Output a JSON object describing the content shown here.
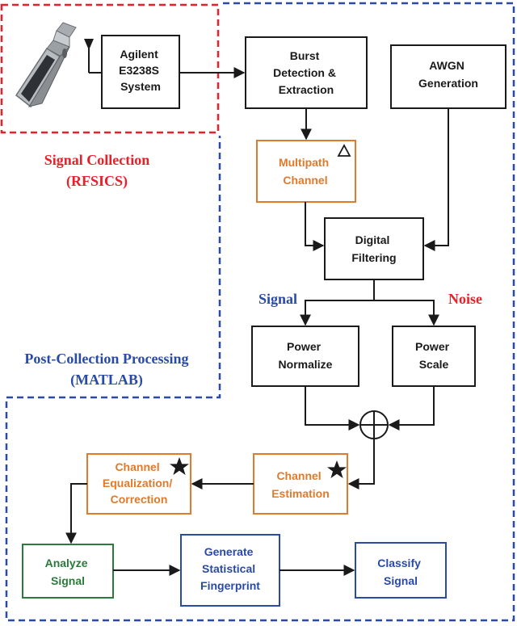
{
  "regions": {
    "signal_collection": {
      "title": "Signal Collection",
      "subtitle": "(RFSICS)",
      "color": "#e8202a"
    },
    "post_collection": {
      "title": "Post-Collection Processing",
      "subtitle": "(MATLAB)",
      "color": "#2a4aa8"
    }
  },
  "nodes": {
    "agilent": {
      "lines": [
        "Agilent",
        "E3238S",
        "System"
      ]
    },
    "burst": {
      "lines": [
        "Burst",
        "Detection &",
        "Extraction"
      ]
    },
    "awgn": {
      "lines": [
        "AWGN",
        "Generation"
      ]
    },
    "multipath": {
      "lines": [
        "Multipath",
        "Channel"
      ],
      "marker": "triangle-icon"
    },
    "digital_filtering": {
      "lines": [
        "Digital",
        "Filtering"
      ]
    },
    "power_normalize": {
      "lines": [
        "Power",
        "Normalize"
      ]
    },
    "power_scale": {
      "lines": [
        "Power",
        "Scale"
      ]
    },
    "channel_estimation": {
      "lines": [
        "Channel",
        "Estimation"
      ],
      "marker": "star-icon"
    },
    "channel_equalization": {
      "lines": [
        "Channel",
        "Equalization/",
        "Correction"
      ],
      "marker": "star-icon"
    },
    "analyze": {
      "lines": [
        "Analyze",
        "Signal"
      ]
    },
    "fingerprint": {
      "lines": [
        "Generate",
        "Statistical",
        "Fingerprint"
      ]
    },
    "classify": {
      "lines": [
        "Classify",
        "Signal"
      ]
    }
  },
  "branch_labels": {
    "signal": "Signal",
    "noise": "Noise"
  },
  "colors": {
    "black": "#1a1a1a",
    "orange": "#e07a2c",
    "green": "#2a7a3a",
    "blue": "#2a4aa8",
    "red": "#e8202a",
    "signal_label": "#2a4aa8",
    "noise_label": "#e8202a"
  },
  "icons": {
    "device": "flip-phone-icon",
    "antenna": "antenna-icon",
    "summer": "summing-junction-icon"
  }
}
